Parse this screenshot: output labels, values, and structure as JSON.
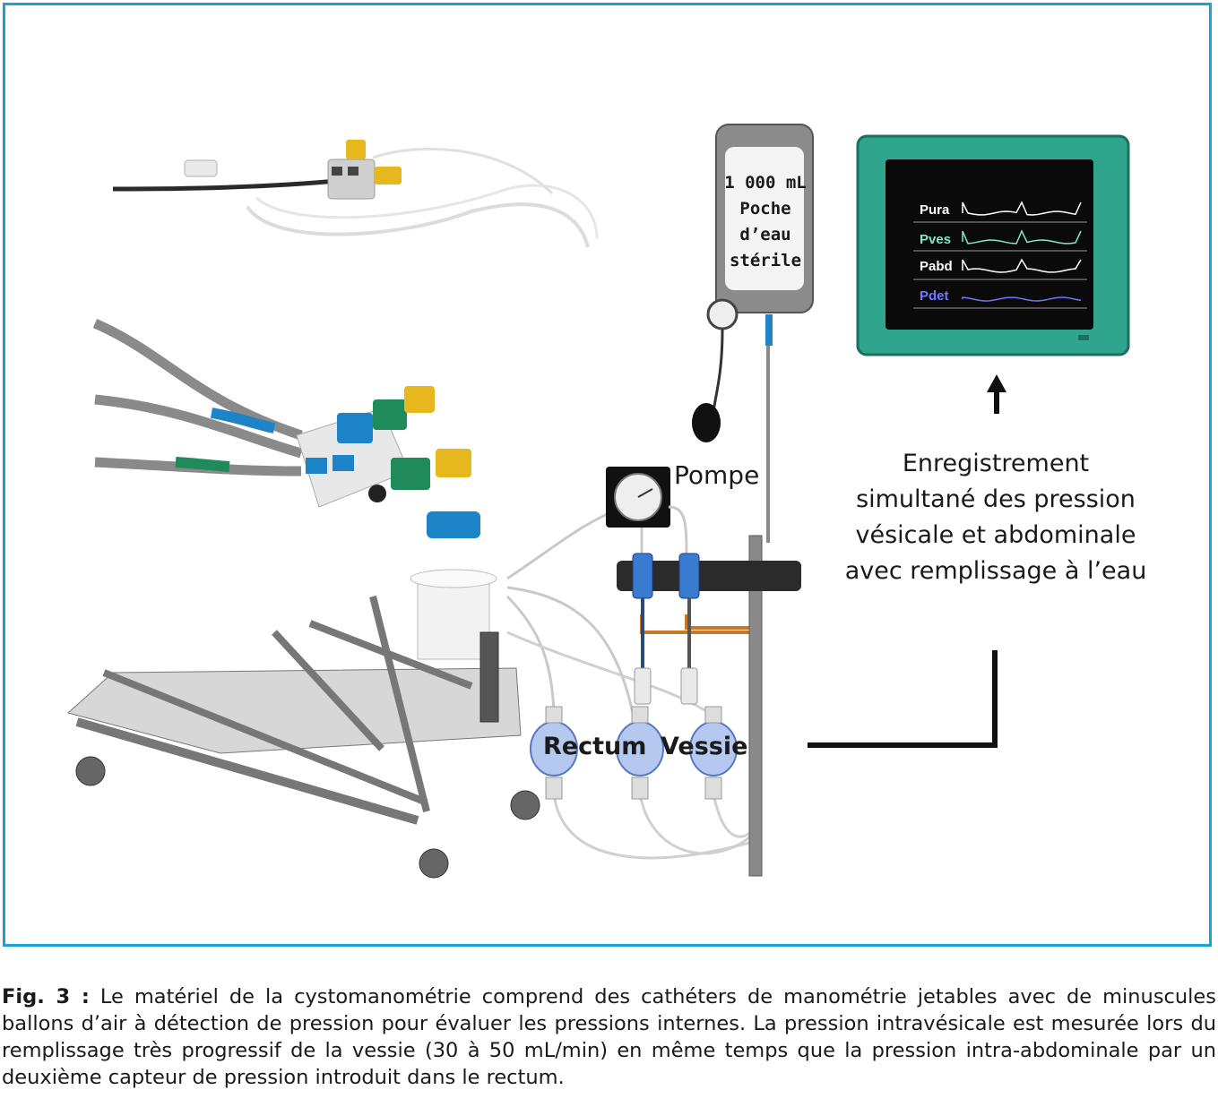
{
  "figure": {
    "bag_label": "1 000 mL Poche d’eau stérile",
    "pump_label": "Pompe",
    "rectum_label": "Rectum",
    "bladder_label": "Vessie",
    "recording_label": "Enregistrement simultané des pression vésicale et abdominale avec remplissage à l’eau",
    "monitor_traces": [
      {
        "label": "Pura",
        "color": "#ffffff"
      },
      {
        "label": "Pves",
        "color": "#7fe8c8"
      },
      {
        "label": "Pabd",
        "color": "#ffffff"
      },
      {
        "label": "Pdet",
        "color": "#6f78ff"
      }
    ],
    "colors": {
      "frame": "#1aa0e0",
      "monitor_case": "#2fa58d",
      "monitor_screen": "#0a0a0a",
      "cable_grey": "#8a8a8a",
      "tube_orange": "#c8782a",
      "connector_blue": "#1e84c8",
      "connector_green": "#1f8a5a",
      "connector_yellow": "#e6b81e"
    }
  },
  "caption": {
    "lead": "Fig. 3 :",
    "text": " Le matériel de la cystomanométrie comprend des cathéters de manométrie jetables avec de minuscules ballons d’air à détection de pression pour évaluer les pressions internes. La pression intravésicale est mesurée lors du remplissage très progressif de la vessie (30 à 50 mL/min) en même temps que la pression intra-abdominale par un deuxième capteur de pression introduit dans le rectum."
  }
}
